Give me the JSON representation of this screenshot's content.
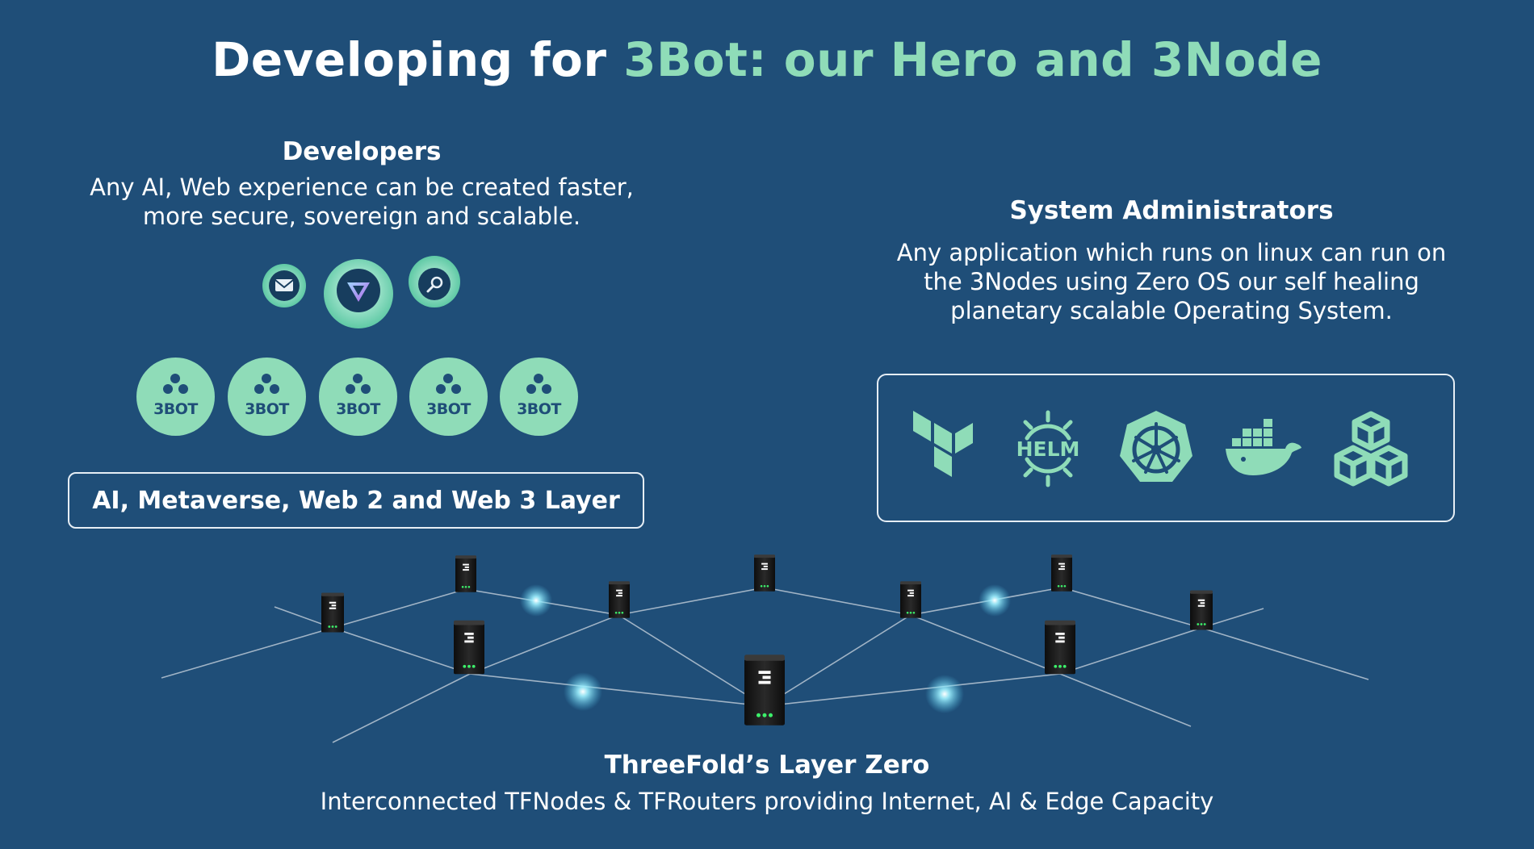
{
  "header": {
    "title_prefix": "Developing for ",
    "title_highlight": "3Bot: our Hero and 3Node"
  },
  "developers": {
    "heading": "Developers",
    "line1": "Any AI, Web experience can be created faster,",
    "line2": "more secure, sovereign and scalable.",
    "apps": [
      "mail-icon",
      "vpn-icon",
      "search-icon"
    ],
    "bots": [
      "3BOT",
      "3BOT",
      "3BOT",
      "3BOT",
      "3BOT"
    ],
    "layer_label": "AI, Metaverse, Web 2 and Web 3 Layer"
  },
  "admins": {
    "heading": "System Administrators",
    "line1": "Any application which runs on linux can run on",
    "line2": "the 3Nodes using Zero OS our self healing",
    "line3": "planetary scalable Operating System.",
    "tools": [
      "terraform-icon",
      "helm-icon",
      "kubernetes-icon",
      "docker-icon",
      "cubes-icon"
    ],
    "helm_text": "HELM"
  },
  "footer": {
    "heading": "ThreeFold’s Layer Zero",
    "line": "Interconnected TFNodes & TFRouters providing Internet, AI & Edge Capacity"
  },
  "colors": {
    "background": "#1f4e78",
    "accent": "#8fdcb8",
    "text": "#ffffff"
  }
}
